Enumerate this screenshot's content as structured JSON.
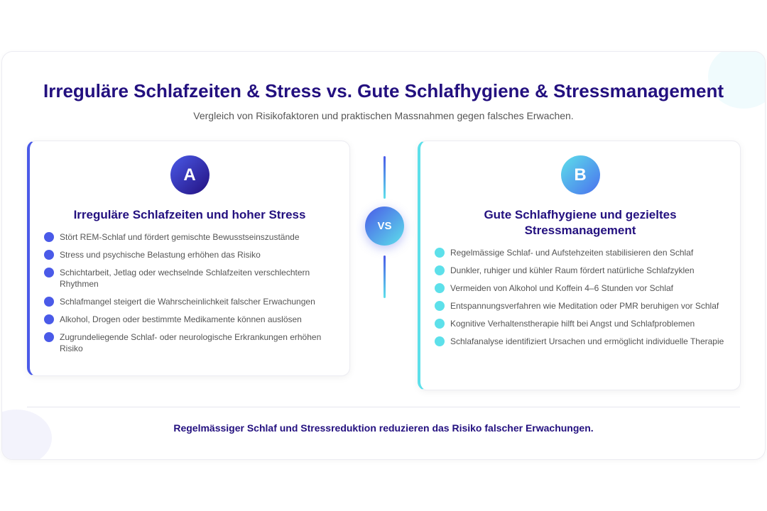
{
  "title": "Irreguläre Schlafzeiten & Stress vs. Gute Schlafhygiene & Stressmanagement",
  "subtitle": "Vergleich von Risikofaktoren und praktischen Massnahmen gegen falsches Erwachen.",
  "vs": "VS",
  "left": {
    "badge": "A",
    "title": "Irreguläre Schlafzeiten und hoher Stress",
    "items": [
      "Stört REM-Schlaf und fördert gemischte Bewusstseinszustände",
      "Stress und psychische Belastung erhöhen das Risiko",
      "Schichtarbeit, Jetlag oder wechselnde Schlafzeiten verschlechtern Rhythmen",
      "Schlafmangel steigert die Wahrscheinlichkeit falscher Erwachungen",
      "Alkohol, Drogen oder bestimmte Medikamente können auslösen",
      "Zugrundeliegende Schlaf- oder neurologische Erkrankungen erhöhen Risiko"
    ]
  },
  "right": {
    "badge": "B",
    "title": "Gute Schlafhygiene und gezieltes Stressmanagement",
    "items": [
      "Regelmässige Schlaf- und Aufstehzeiten stabilisieren den Schlaf",
      "Dunkler, ruhiger und kühler Raum fördert natürliche Schlafzyklen",
      "Vermeiden von Alkohol und Koffein 4–6 Stunden vor Schlaf",
      "Entspannungsverfahren wie Meditation oder PMR beruhigen vor Schlaf",
      "Kognitive Verhaltenstherapie hilft bei Angst und Schlafproblemen",
      "Schlafanalyse identifiziert Ursachen und ermöglicht individuelle Therapie"
    ]
  },
  "footer": "Regelmässiger Schlaf und Stressreduktion reduzieren das Risiko falscher Erwachungen."
}
